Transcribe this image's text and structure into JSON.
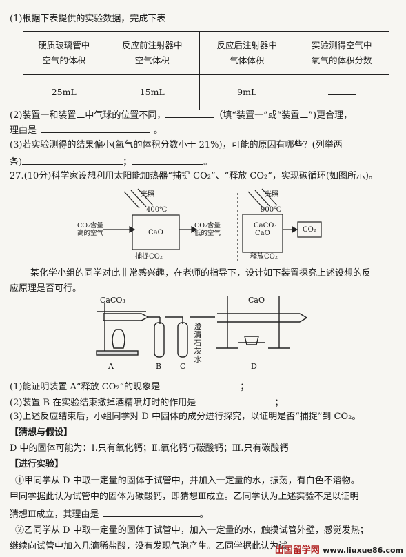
{
  "q_intro": "(1)根据下表提供的实验数据，完成下表",
  "table": {
    "headers": [
      [
        "硬质玻璃管中",
        "空气的体积"
      ],
      [
        "反应前注射器中",
        "空气体积"
      ],
      [
        "反应后注射器中",
        "气体体积"
      ],
      [
        "实验测得空气中",
        "氧气的体积分数"
      ]
    ],
    "values": [
      "25mL",
      "15mL",
      "9mL",
      ""
    ]
  },
  "q2": {
    "a": "(2)装置一和装置二中气球的位置不同，",
    "b": "（填“装置一”或“装置二”)更合理，",
    "c": "理由是",
    "d": "。"
  },
  "q3": {
    "a": "(3)若实验测得的结果偏小(氧气的体积分数小于 21%)，可能的原因有哪些？(列举两",
    "b": "条)",
    "c": "；",
    "d": "。"
  },
  "q27": "27.(10分)科学家设想利用太阳能加热器“捕捉 CO₂”、“释放 CO₂”，实现碳循环(如图所示)。",
  "diagram1": {
    "light1": "光照",
    "temp1": "400℃",
    "left_in": [
      "CO₂含量",
      "高的空气"
    ],
    "box1": "CaO",
    "out1": [
      "CO₂含量",
      "低的空气"
    ],
    "cap1": "捕捉CO₂",
    "light2": "光照",
    "temp2": "900℃",
    "box2": [
      "CaCO₃",
      "CaO"
    ],
    "co2": "CO₂",
    "cap2": "释放CO₂"
  },
  "para": [
    "某化学小组的同学对此非常感兴趣，在老师的指导下，设计如下装置探究上述设想的反",
    "应原理是否可行。"
  ],
  "diagram2": {
    "caco3": "CaCO₃",
    "cao": "CaO",
    "limewater": "澄清石灰水",
    "labels": [
      "A",
      "B",
      "C",
      "D"
    ]
  },
  "q27_1": {
    "a": "(1)能证明装置 A“释放 CO₂”的现象是",
    "b": "；"
  },
  "q27_2": {
    "a": "(2)装置 B 在实验结束撤掉酒精喷灯时的作用是",
    "b": "；"
  },
  "q27_3": "(3)上述反应结束后，小组同学对 D 中固体的成分进行探究，以证明是否“捕捉”到 CO₂。",
  "guess_title": "【猜想与假设】",
  "guess": "D 中的固体可能为：Ⅰ.只有氧化钙；Ⅱ.氧化钙与碳酸钙；Ⅲ.只有碳酸钙",
  "exp_title": "【进行实验】",
  "exp1": [
    "①甲同学从 D 中取一定量的固体于试管中，并加入一定量的水，振荡，有白色不溶物。",
    "甲同学据此认为试管中的固体为碳酸钙，即猜想Ⅲ成立。乙同学认为上述实验不足以证明",
    "猜想Ⅲ成立，其理由是"
  ],
  "exp1_end": "。",
  "exp2": [
    "②乙同学从 D 中取一定量的固体于试管中，加入一定量的水，触摸试管外壁，感觉发热；",
    "继续向试管中加入几滴稀盐酸，没有发现气泡产生。乙同学据此认为试"
  ],
  "corner": {
    "brand": "出国留学网",
    "url": "www.liuxue86.com"
  }
}
